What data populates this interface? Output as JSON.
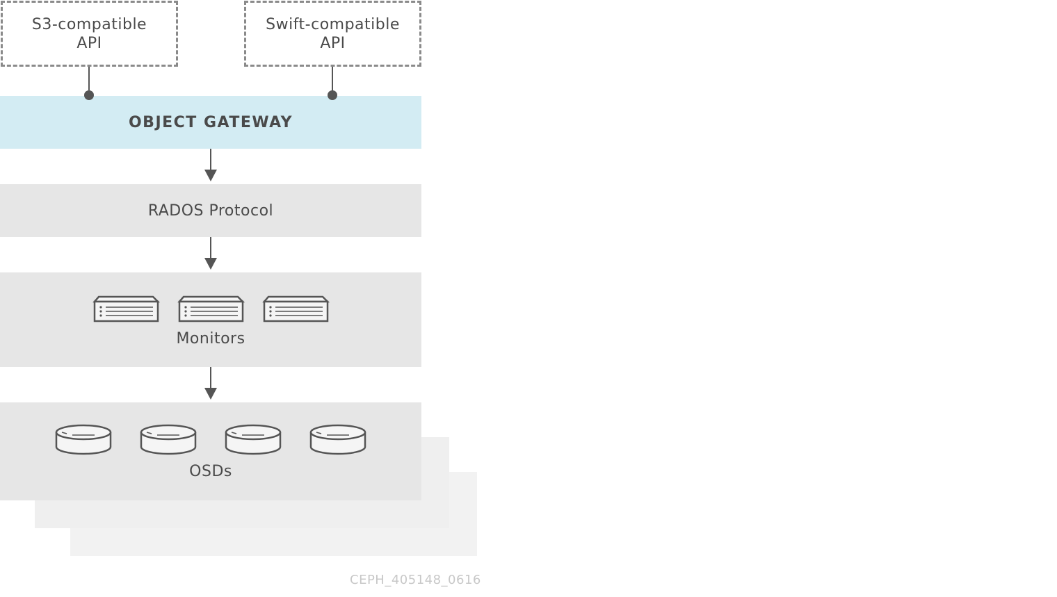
{
  "apis": [
    {
      "label": "S3-compatible\nAPI"
    },
    {
      "label": "Swift-compatible\nAPI"
    }
  ],
  "layers": {
    "gateway": "OBJECT GATEWAY",
    "protocol": "RADOS Protocol",
    "monitors": "Monitors",
    "osds": "OSDs"
  },
  "icons": {
    "monitor": "server-rack-icon",
    "osd": "disk-icon"
  },
  "colors": {
    "gateway_fill": "#d3ecf3",
    "layer_fill": "#e6e6e6",
    "stack_fill": "#f2f2f2",
    "stroke": "#555555"
  },
  "watermark": "CEPH_405148_0616"
}
